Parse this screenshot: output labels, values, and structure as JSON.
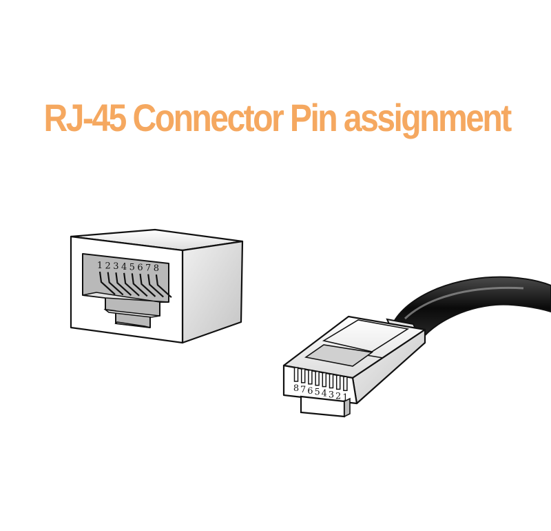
{
  "title": "RJ-45 Connector Pin assignment",
  "jack": {
    "pin_labels": [
      "1",
      "2",
      "3",
      "4",
      "5",
      "6",
      "7",
      "8"
    ]
  },
  "plug": {
    "pin_labels": [
      "8",
      "7",
      "6",
      "5",
      "4",
      "3",
      "2",
      "1"
    ]
  },
  "colors": {
    "title": "#f5a860",
    "outline": "#111111"
  }
}
